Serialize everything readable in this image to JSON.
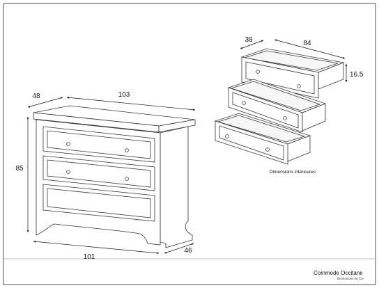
{
  "dimensions": {
    "width_top": "103",
    "depth_top": "48",
    "height": "85",
    "width_base": "101",
    "depth_base": "46",
    "drawer_width": "84",
    "drawer_depth": "38",
    "drawer_height": "16.5"
  },
  "captions": {
    "interior": "Dimensions intérieures",
    "product_name": "Commode Occitane",
    "units": "Dimensions en Cm"
  }
}
